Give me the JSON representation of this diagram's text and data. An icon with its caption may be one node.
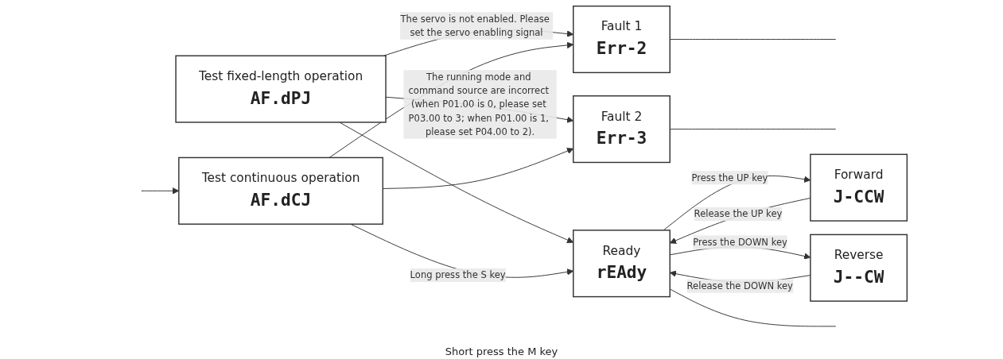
{
  "diagram": {
    "nodes": [
      {
        "text": [
          "Test fixed-length operation",
          "AF.dPJ"
        ]
      },
      {
        "text": [
          "Test continuous operation",
          "AF.dCJ"
        ]
      },
      {
        "text": [
          "Fault 1",
          "Err-2"
        ]
      },
      {
        "text": [
          "Fault 2",
          "Err-3"
        ]
      },
      {
        "text": [
          "Ready",
          "rEAdy"
        ]
      },
      {
        "text": [
          "Forward",
          "J-CCW"
        ]
      },
      {
        "text": [
          "Reverse",
          "J--CW"
        ]
      }
    ],
    "edges": [
      {
        "from": 0,
        "to": 2,
        "arrow": "to",
        "label": "The servo is not enabled. Please set the servo enabling signal"
      },
      {
        "from": 1,
        "to": 2,
        "arrow": "to"
      },
      {
        "from": 0,
        "to": 3,
        "arrow": "to",
        "label": "The running mode and command source are incorrect (when P01.00 is 0, please set P03.00 to 3; when P01.00 is 1, please set P04.00 to 2)."
      },
      {
        "from": 1,
        "to": 3,
        "arrow": "to"
      },
      {
        "from": 0,
        "to": 4,
        "arrow": "to"
      },
      {
        "from": 1,
        "to": 4,
        "arrow": "to",
        "label": "Long press the S key"
      },
      {
        "from": 4,
        "to": 5,
        "arrow": "to",
        "label": "Press the UP key"
      },
      {
        "from": 5,
        "to": 4,
        "arrow": "to",
        "label": "Release the UP key"
      },
      {
        "from": 6,
        "to": 4,
        "arrow": "to",
        "label": "Release the DOWN key"
      },
      {
        "from": 4,
        "to": 6,
        "arrow": "to",
        "label": "Press the DOWN key"
      },
      {
        "from": 2,
        "to": null,
        "arrow": "none"
      },
      {
        "from": 3,
        "to": null,
        "arrow": "none"
      },
      {
        "from": 4,
        "to": null,
        "arrow": "none"
      },
      {
        "from": null,
        "to": 1,
        "arrow": "to"
      }
    ],
    "labels": [
      "Short press the M key"
    ]
  }
}
